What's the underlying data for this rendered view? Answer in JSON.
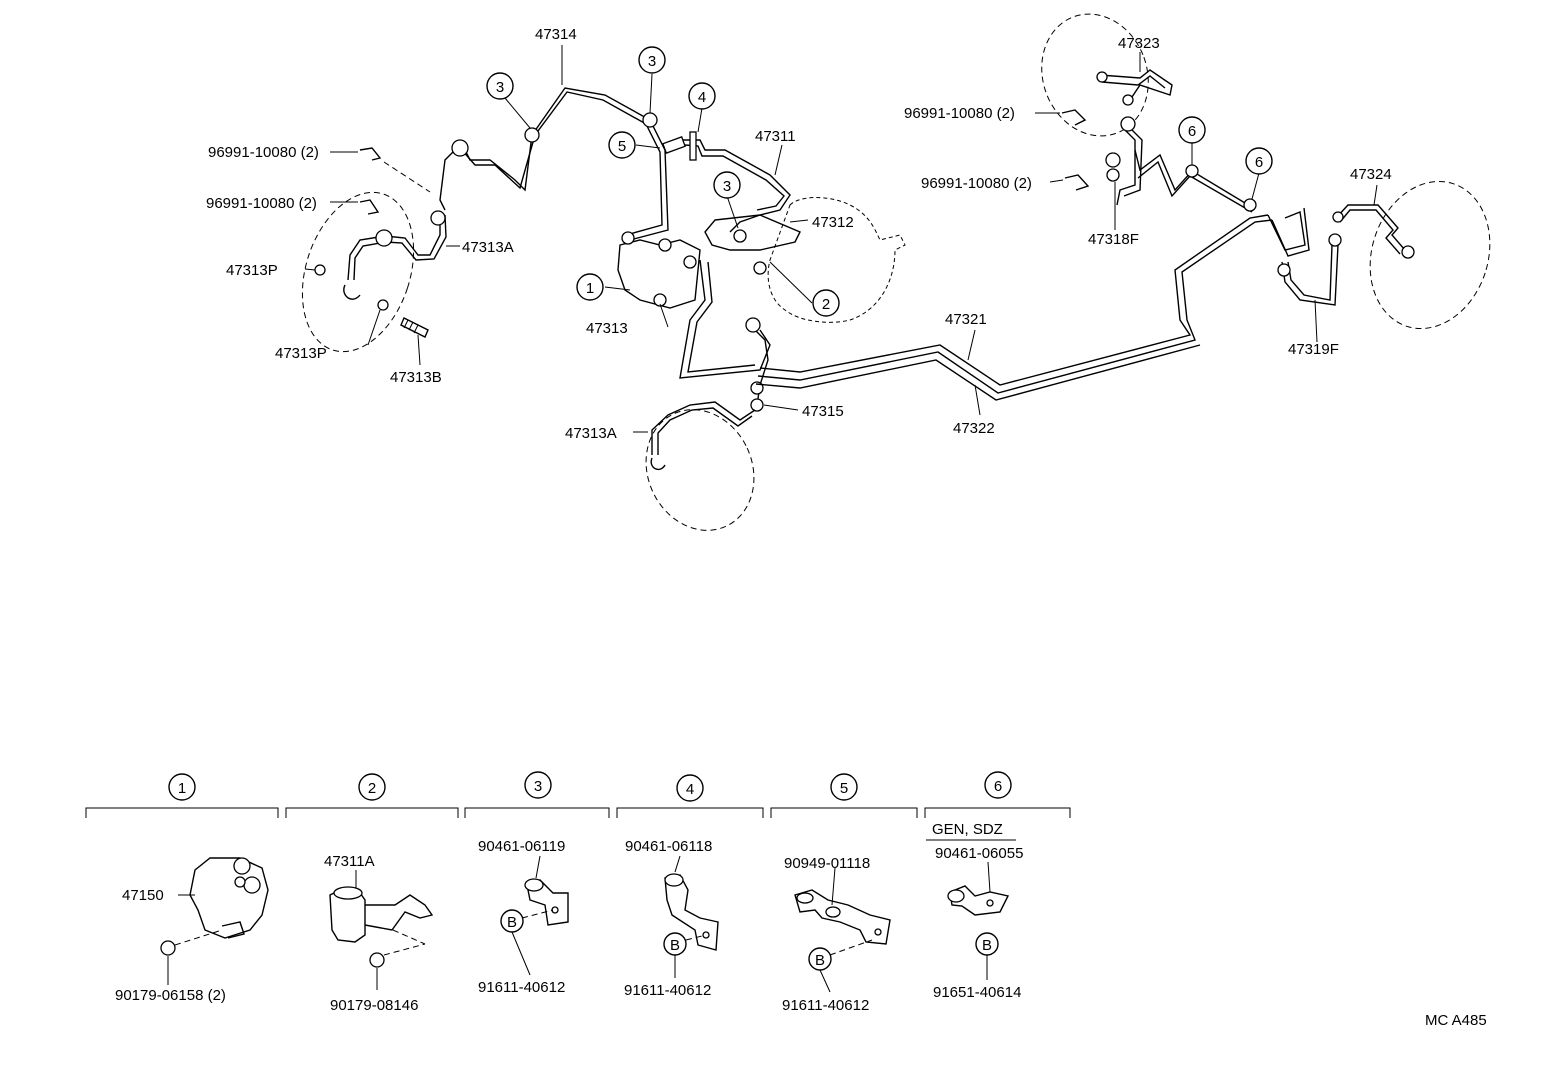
{
  "labels": {
    "p47314": "47314",
    "p47311": "47311",
    "p47312": "47312",
    "p47313": "47313",
    "p47313a_top": "47313A",
    "p47313a_bottom": "47313A",
    "p47313p_1": "47313P",
    "p47313p_2": "47313P",
    "p47313b": "47313B",
    "p47315": "47315",
    "p47321": "47321",
    "p47322": "47322",
    "p47323": "47323",
    "p47324": "47324",
    "p47318f": "47318F",
    "p47319f": "47319F",
    "clip_left_1": "96991-10080 (2)",
    "clip_left_2": "96991-10080 (2)",
    "clip_right_1": "96991-10080 (2)",
    "clip_right_2": "96991-10080 (2)"
  },
  "callouts": {
    "c1": "1",
    "c2": "2",
    "c3a": "3",
    "c3b": "3",
    "c3c": "3",
    "c4": "4",
    "c5": "5",
    "c6a": "6",
    "c6b": "6"
  },
  "details": [
    {
      "num": "1",
      "part": "47150",
      "fastener": "90179-06158 (2)"
    },
    {
      "num": "2",
      "part": "47311A",
      "fastener": "90179-08146"
    },
    {
      "num": "3",
      "part": "90461-06119",
      "fastener": "91611-40612",
      "bolt": "B"
    },
    {
      "num": "4",
      "part": "90461-06118",
      "fastener": "91611-40612",
      "bolt": "B"
    },
    {
      "num": "5",
      "part": "90949-01118",
      "fastener": "91611-40612",
      "bolt": "B"
    },
    {
      "num": "6",
      "variant": "GEN, SDZ",
      "part": "90461-06055",
      "fastener": "91651-40614",
      "bolt": "B"
    }
  ],
  "footer": {
    "code": "MC A485"
  }
}
